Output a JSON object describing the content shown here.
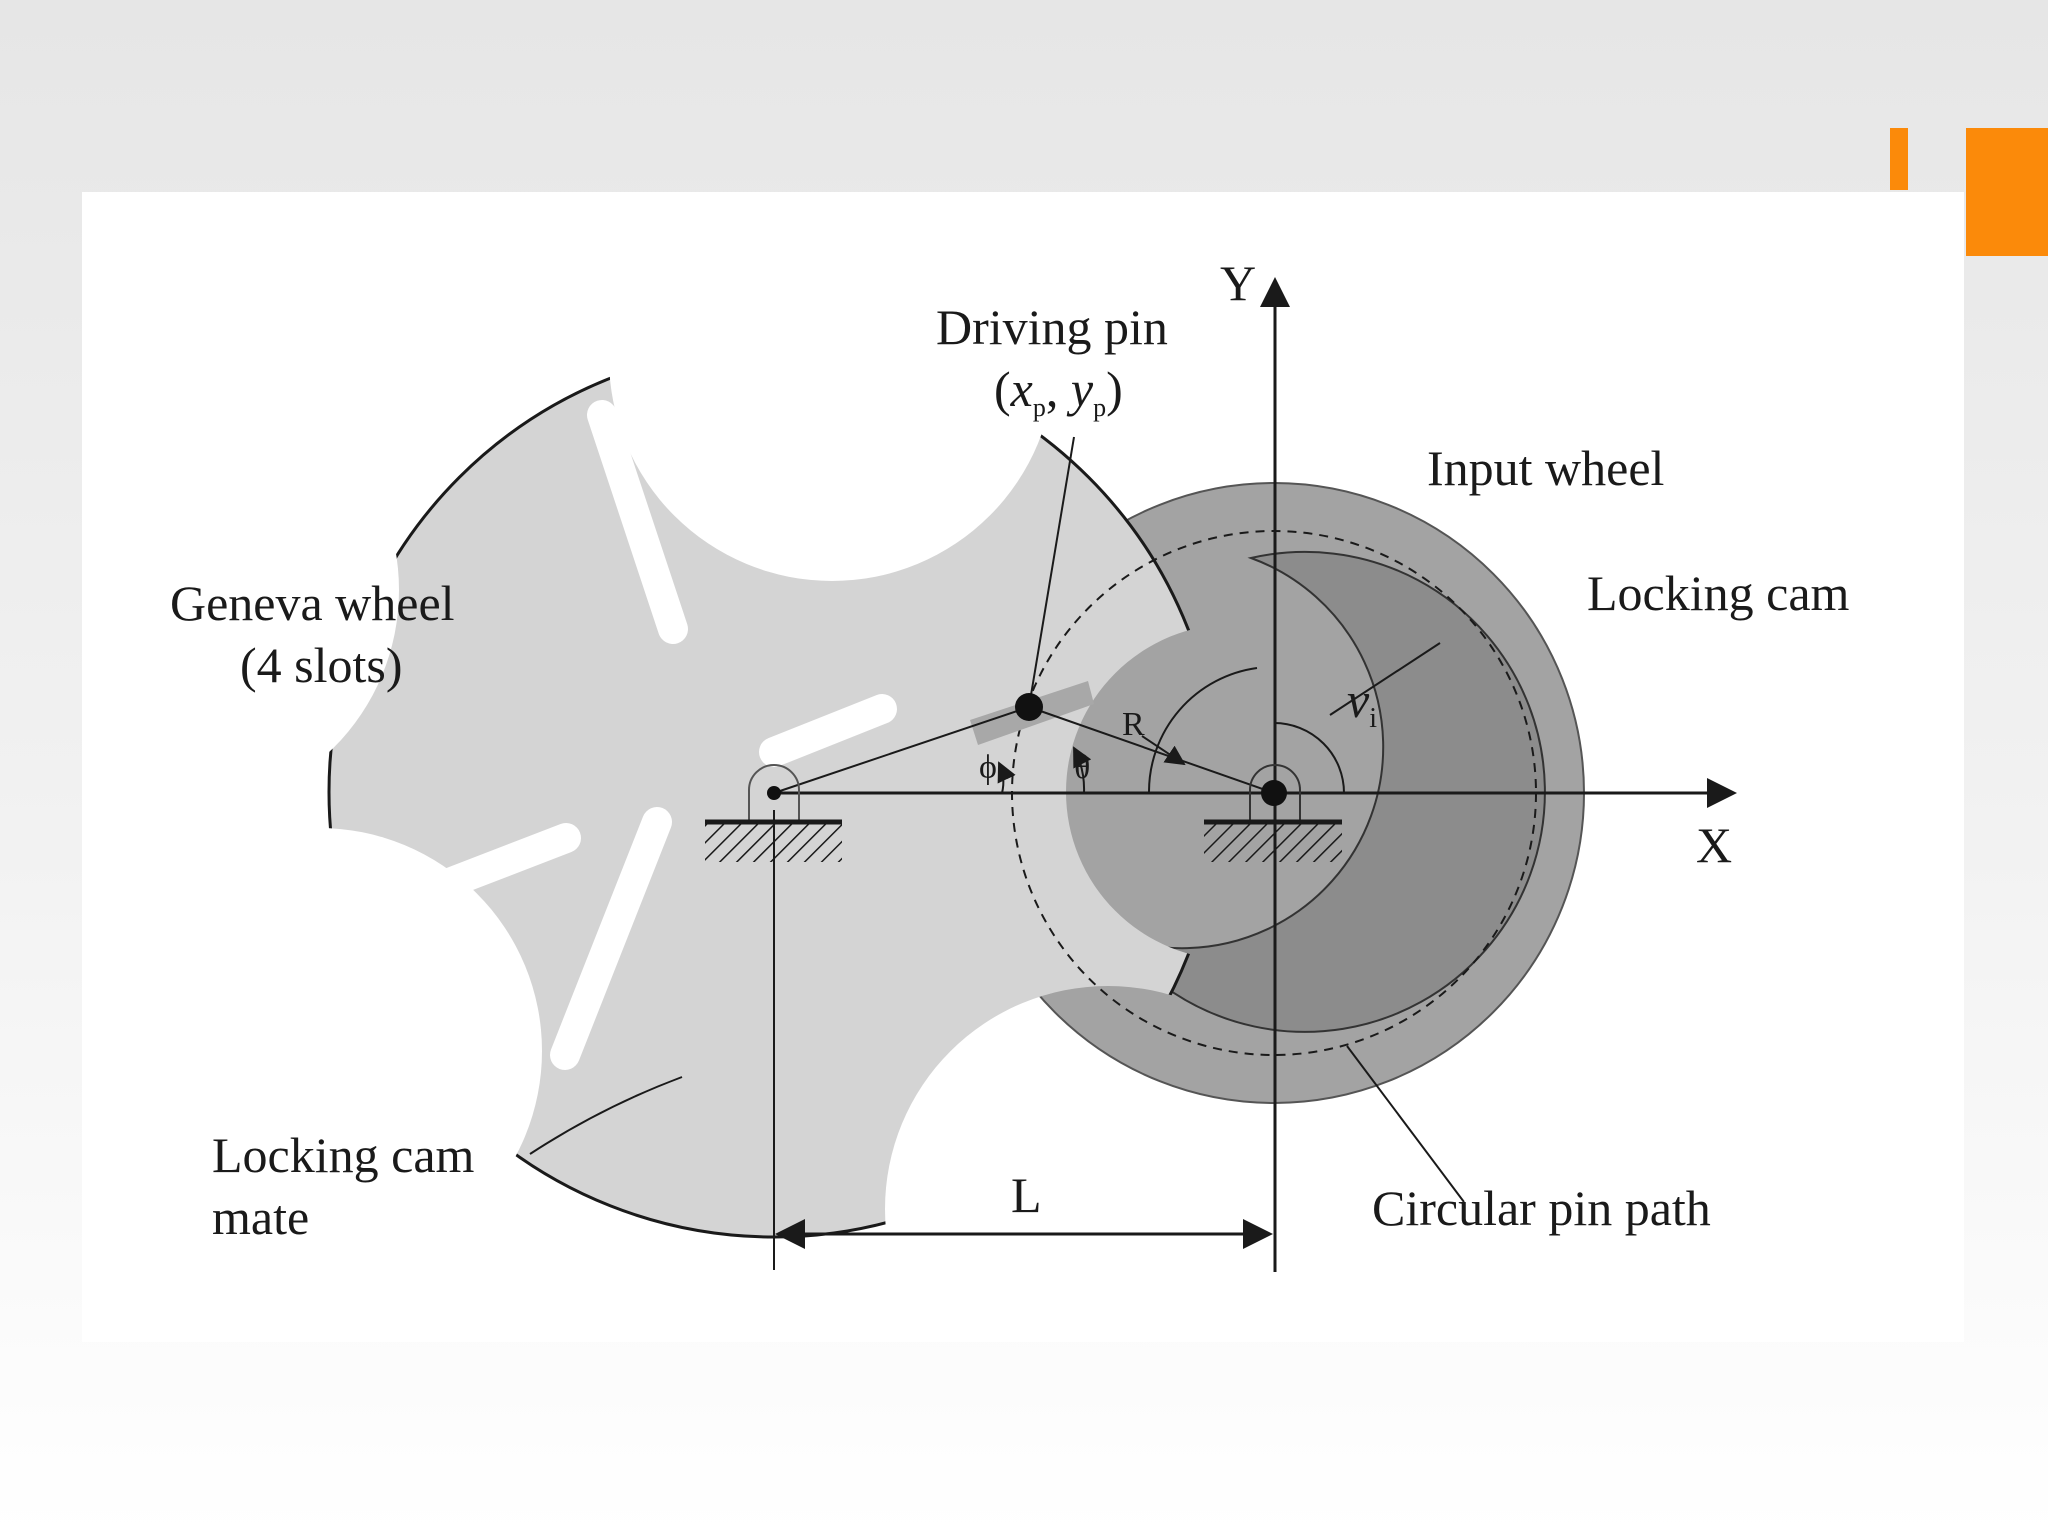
{
  "colors": {
    "accent": "#fb8a0a",
    "geneva_fill": "#d4d4d4",
    "input_wheel_fill": "#a3a3a3",
    "locking_cam_fill": "#8c8c8c",
    "stroke": "#1a1a1a"
  },
  "labels": {
    "y_axis": "Y",
    "x_axis": "X",
    "driving_pin": "Driving pin",
    "pin_coords": {
      "open": "(",
      "x": "x",
      "x_sub": "p",
      "sep": ", ",
      "y": "y",
      "y_sub": "p",
      "close": ")"
    },
    "input_wheel": "Input wheel",
    "locking_cam": "Locking cam",
    "geneva_wheel_line1": "Geneva wheel",
    "geneva_wheel_line2": "(4 slots)",
    "nu": "ν",
    "nu_sub": "i",
    "R": "R",
    "phi": "ϕ",
    "theta": "θ",
    "L": "L",
    "locking_cam_mate_line1": "Locking cam",
    "locking_cam_mate_line2": "mate",
    "circular_pin_path": "Circular pin path"
  }
}
